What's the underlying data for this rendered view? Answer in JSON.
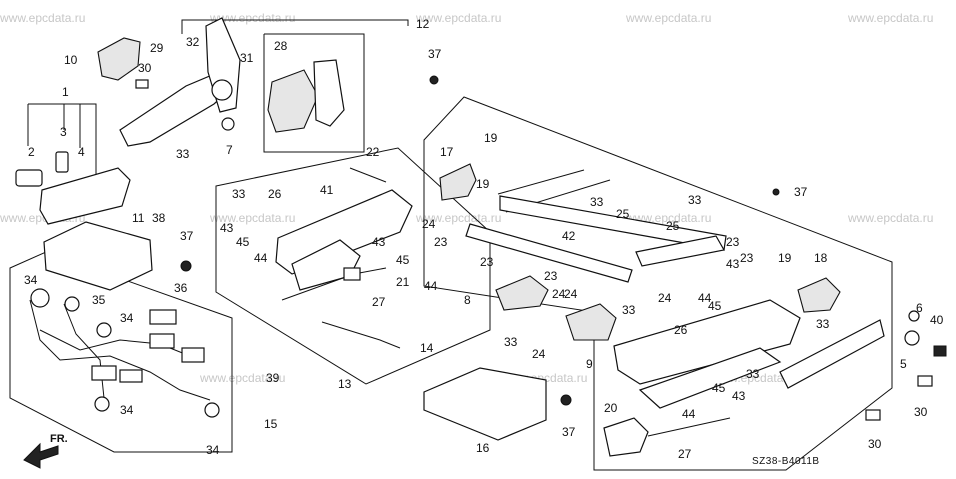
{
  "watermark": "www.epcdata.ru",
  "diagram_code": "SZ38-B4011B",
  "direction_label": "FR.",
  "callouts": [
    "1",
    "2",
    "3",
    "4",
    "5",
    "6",
    "7",
    "8",
    "9",
    "10",
    "11",
    "12",
    "13",
    "14",
    "15",
    "16",
    "17",
    "18",
    "19",
    "19",
    "19",
    "20",
    "21",
    "22",
    "23",
    "23",
    "23",
    "23",
    "23",
    "24",
    "24",
    "24",
    "24",
    "24",
    "25",
    "25",
    "26",
    "26",
    "27",
    "27",
    "28",
    "29",
    "30",
    "30",
    "30",
    "31",
    "32",
    "33",
    "33",
    "33",
    "33",
    "33",
    "33",
    "33",
    "33",
    "34",
    "34",
    "34",
    "34",
    "35",
    "36",
    "37",
    "37",
    "37",
    "37",
    "38",
    "39",
    "40",
    "41",
    "42",
    "43",
    "43",
    "43",
    "43",
    "44",
    "44",
    "44",
    "44",
    "45",
    "45",
    "45",
    "45"
  ]
}
